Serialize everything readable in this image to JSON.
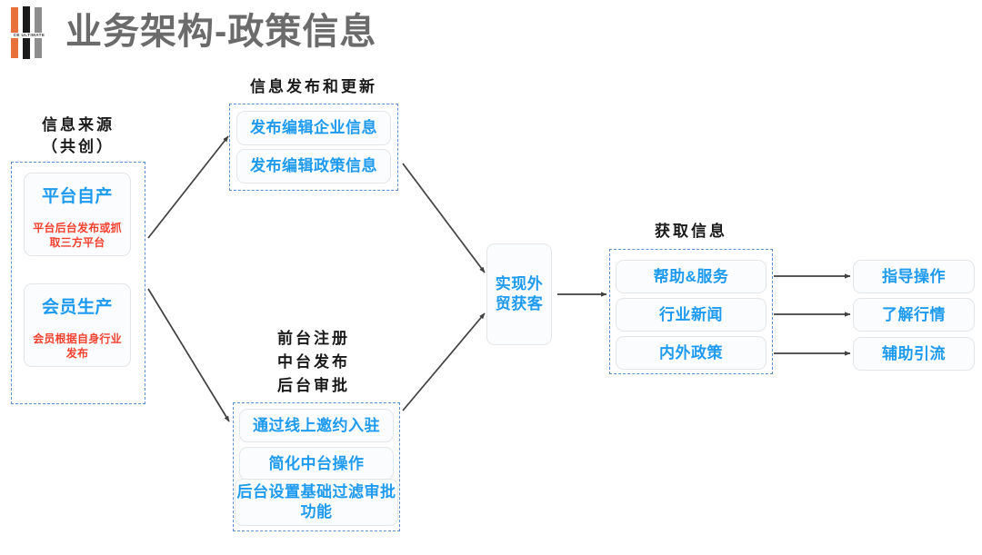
{
  "brand": {
    "logo_text": "CE ULTIMATE",
    "logo_colors": [
      "#e8703a",
      "#1b1b1b",
      "#8d8d8d"
    ]
  },
  "header": {
    "title": "业务架构-政策信息",
    "title_color": "#6b6b6b"
  },
  "theme": {
    "node_text": "#1e9bf0",
    "note_text": "#f4402e",
    "group_border": "#5b8fd4",
    "caption_text": "#1a1a1a",
    "arrow": "#404040"
  },
  "groups": {
    "source": {
      "caption_line1": "信息来源",
      "caption_line2": "（共创）",
      "cards": [
        {
          "title": "平台自产",
          "note": "平台后台发布或抓取三方平台"
        },
        {
          "title": "会员生产",
          "note": "会员根据自身行业发布"
        }
      ]
    },
    "publish": {
      "caption": "信息发布和更新",
      "items": [
        "发布编辑企业信息",
        "发布编辑政策信息"
      ]
    },
    "onboard": {
      "caption_line1": "前台注册",
      "caption_line2": "中台发布",
      "caption_line3": "后台审批",
      "items": [
        "通过线上邀约入驻",
        "简化中台操作",
        "后台设置基础过滤审批功能"
      ]
    },
    "hub": {
      "label_line1": "实现外",
      "label_line2": "贸获客"
    },
    "acquire": {
      "caption": "获取信息",
      "items": [
        "帮助&服务",
        "行业新闻",
        "内外政策"
      ]
    },
    "outcomes": {
      "items": [
        "指导操作",
        "了解行情",
        "辅助引流"
      ]
    }
  }
}
